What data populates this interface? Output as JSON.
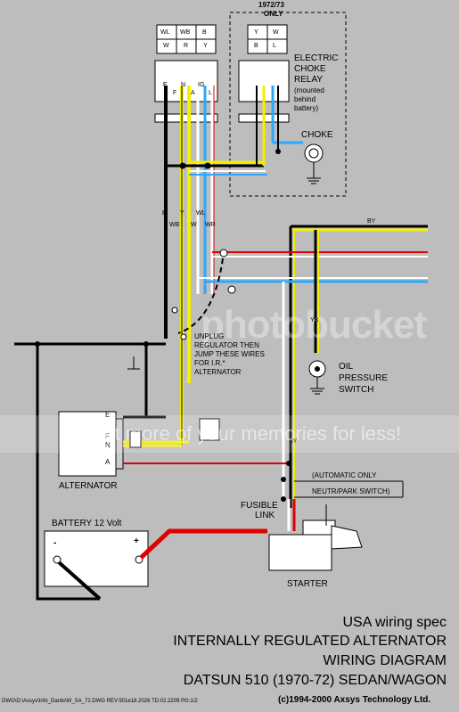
{
  "top_note": {
    "line1": "1972/73",
    "line2": "ONLY"
  },
  "connectors": {
    "main_top": [
      "WL",
      "WB",
      "B",
      "W",
      "R",
      "Y"
    ],
    "choke_top": [
      "Y",
      "W",
      "B",
      "L"
    ],
    "main_pins": [
      "E",
      "N",
      "IG",
      "F",
      "A",
      "L"
    ],
    "wire_codes_a": [
      "B",
      "Y",
      "WL"
    ],
    "wire_codes_b": [
      "WB",
      "W",
      "WR"
    ]
  },
  "relay": {
    "line1": "ELECTRIC",
    "line2": "CHOKE",
    "line3": "RELAY",
    "note1": "(mounted",
    "note2": "behind",
    "note3": "battery)"
  },
  "choke": {
    "label": "CHOKE"
  },
  "by_top": "BY",
  "yb": "YB",
  "oil": {
    "line1": "OIL",
    "line2": "PRESSURE",
    "line3": "SWITCH"
  },
  "unplug": {
    "line1": "UNPLUG",
    "line2": "REGULATOR THEN",
    "line3": "JUMP THESE WIRES",
    "line4": "FOR I.R.*",
    "line5": "ALTERNATOR"
  },
  "alternator": {
    "label": "ALTERNATOR",
    "pin_e": "E",
    "pin_f": "F",
    "pin_n": "N",
    "pin_a": "A"
  },
  "by_mid": "BY",
  "auto_only": "(AUTOMATIC ONLY",
  "neutral": "NEUTR/PARK SWITCH)",
  "fusible": {
    "line1": "FUSIBLE",
    "line2": "LINK"
  },
  "battery": {
    "label": "BATTERY 12 Volt",
    "neg": "-",
    "pos": "+"
  },
  "starter": "STARTER",
  "watermark": "Protect more of your memories for less!",
  "photologo": "photobucket",
  "titles": {
    "line1": "USA wiring spec",
    "line2": "INTERNALLY REGULATED ALTERNATOR",
    "line3": "WIRING DIAGRAM",
    "line4": "DATSUN 510 (1970-72) SEDAN/WAGON"
  },
  "footer_path": "DWG\\D:\\Axsys\\Info_Dards\\W_SA_72.DWG  REV:501e18.2026  TD:02.2209  PG:1/2",
  "copyright": "(c)1994-2000 Axsys Technology Ltd.",
  "colors": {
    "yellow": "#f5f000",
    "white": "#ffffff",
    "blue": "#2aa8ff",
    "red": "#e00000",
    "black": "#000000",
    "bg": "#bdbdbd"
  }
}
